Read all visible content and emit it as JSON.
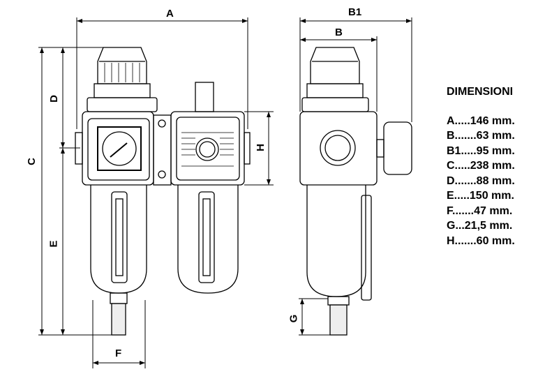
{
  "labels": {
    "A": "A",
    "B": "B",
    "B1": "B1",
    "C": "C",
    "D": "D",
    "E": "E",
    "F": "F",
    "G": "G",
    "H": "H"
  },
  "dimensions": {
    "title": "DIMENSIONI",
    "items": [
      "A.....146 mm.",
      "B.......63 mm.",
      "B1.....95 mm.",
      "C.....238 mm.",
      "D.......88 mm.",
      "E.....150 mm.",
      "F.......47 mm.",
      "G...21,5 mm.",
      "H.......60 mm."
    ]
  }
}
